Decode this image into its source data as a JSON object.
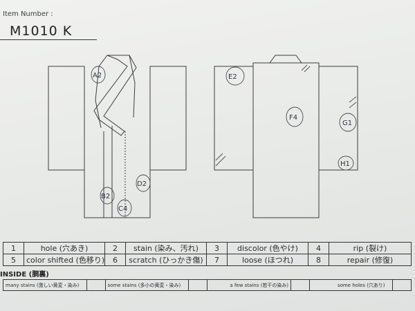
{
  "item": {
    "label": "Item Number :",
    "number": "M1010   K"
  },
  "annotations": {
    "a2": "A2",
    "b2": "B2",
    "c4": "C4",
    "d2": "D2",
    "e2": "E2",
    "f4": "F4",
    "g1": "G1",
    "h1": "H1"
  },
  "legend": {
    "rows": [
      [
        {
          "num": "1",
          "text": "hole (穴あき)"
        },
        {
          "num": "2",
          "text": "stain (染み、汚れ)"
        },
        {
          "num": "3",
          "text": "discolor (色やけ)"
        },
        {
          "num": "4",
          "text": "rip (裂け)"
        }
      ],
      [
        {
          "num": "5",
          "text": "color shifted (色移り)"
        },
        {
          "num": "6",
          "text": "scratch (ひっかき傷)"
        },
        {
          "num": "7",
          "text": "loose (ほつれ)"
        },
        {
          "num": "8",
          "text": "repair (修復)"
        }
      ]
    ]
  },
  "inside": {
    "title": "INSIDE (胴裏)",
    "items": [
      "many stains (激しい黄変・染み)",
      "some stains (多小の黄変・染み)",
      "a few stains (若干の染み)",
      "some holes (穴あり)"
    ]
  }
}
